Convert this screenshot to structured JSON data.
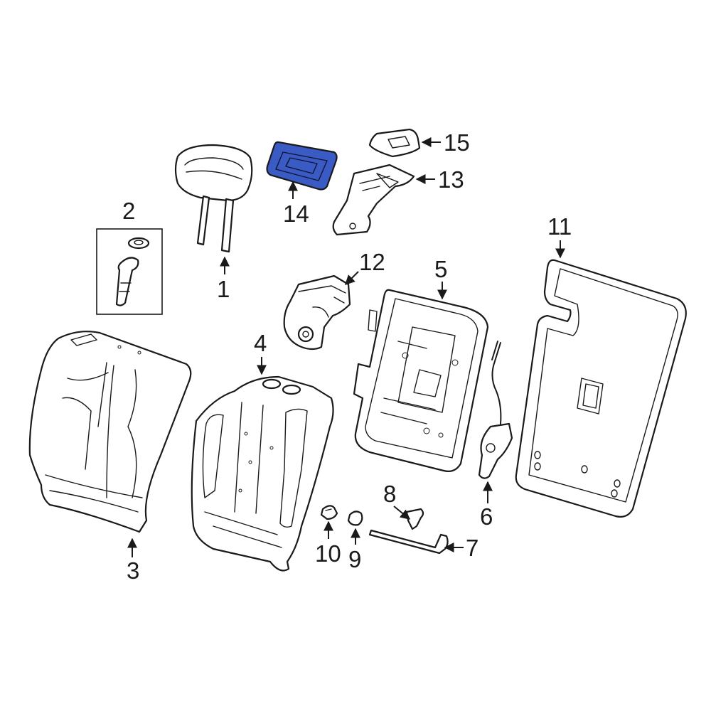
{
  "diagram": {
    "highlight_color": "#3b5bc4",
    "callouts": [
      {
        "id": "1",
        "label": "1"
      },
      {
        "id": "2",
        "label": "2"
      },
      {
        "id": "3",
        "label": "3"
      },
      {
        "id": "4",
        "label": "4"
      },
      {
        "id": "5",
        "label": "5"
      },
      {
        "id": "6",
        "label": "6"
      },
      {
        "id": "7",
        "label": "7"
      },
      {
        "id": "8",
        "label": "8"
      },
      {
        "id": "9",
        "label": "9"
      },
      {
        "id": "10",
        "label": "10"
      },
      {
        "id": "11",
        "label": "11"
      },
      {
        "id": "12",
        "label": "12"
      },
      {
        "id": "13",
        "label": "13"
      },
      {
        "id": "14",
        "label": "14"
      },
      {
        "id": "15",
        "label": "15"
      }
    ],
    "highlighted_part": "14"
  }
}
